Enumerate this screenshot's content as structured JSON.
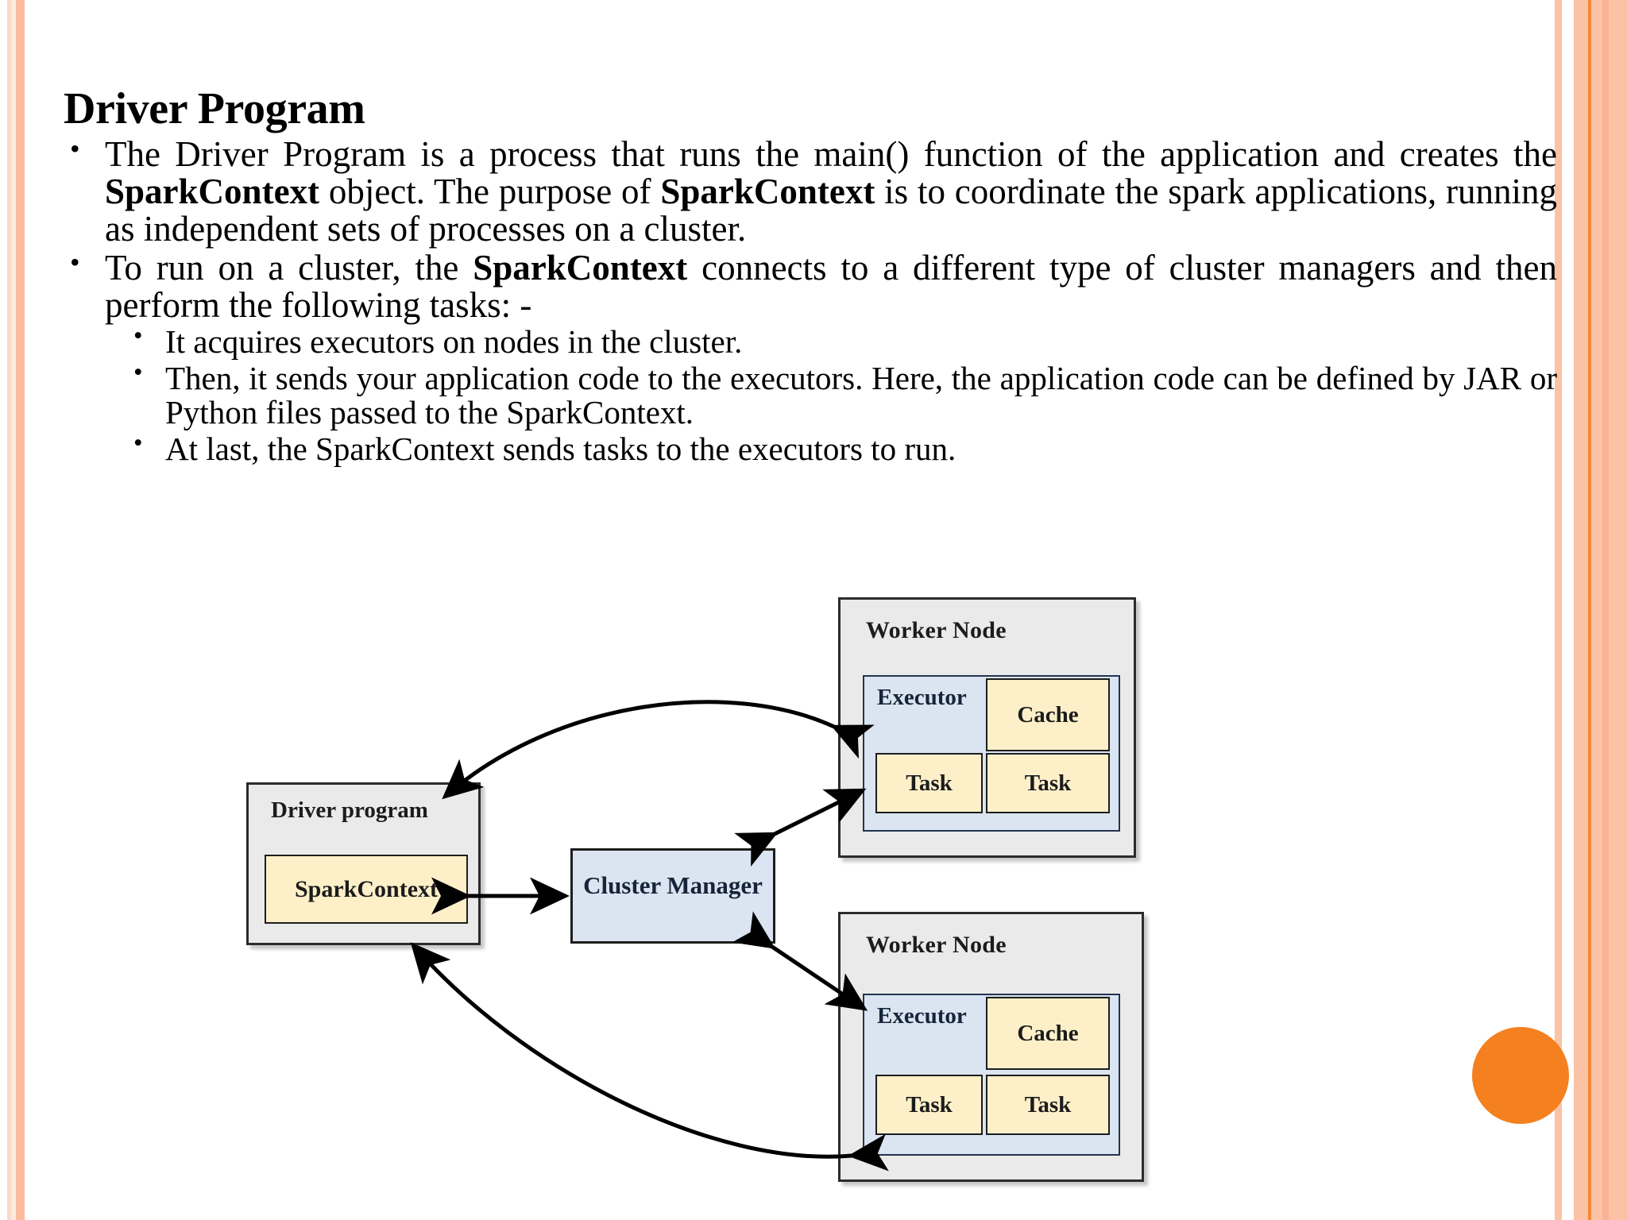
{
  "slide": {
    "title": "Driver Program",
    "bullets": [
      {
        "level": 1,
        "segments": [
          {
            "t": "The Driver Program is a process that runs the main() function of the application and creates the ",
            "b": false
          },
          {
            "t": "SparkContext",
            "b": true
          },
          {
            "t": " object. The purpose of ",
            "b": false
          },
          {
            "t": "SparkContext",
            "b": true
          },
          {
            "t": " is to coordinate the spark applications, running as independent sets of processes on a cluster.",
            "b": false
          }
        ]
      },
      {
        "level": 1,
        "segments": [
          {
            "t": "To run on a cluster, the ",
            "b": false
          },
          {
            "t": "SparkContext",
            "b": true
          },
          {
            "t": " connects to a different type of cluster managers and then perform the following tasks: -",
            "b": false
          }
        ]
      },
      {
        "level": 2,
        "segments": [
          {
            "t": "It acquires executors on nodes in the cluster.",
            "b": false
          }
        ]
      },
      {
        "level": 2,
        "segments": [
          {
            "t": "Then, it sends your application code to the executors. Here, the application code can be defined by JAR or Python files passed to the SparkContext.",
            "b": false
          }
        ]
      },
      {
        "level": 2,
        "segments": [
          {
            "t": "At last, the SparkContext sends tasks to the executors to run.",
            "b": false
          }
        ]
      }
    ]
  },
  "diagram": {
    "driver": {
      "title": "Driver program",
      "sparkcontext_label": "SparkContext"
    },
    "cluster_manager": {
      "label": "Cluster Manager"
    },
    "worker_nodes": [
      {
        "title": "Worker Node",
        "executor_label": "Executor",
        "cache_label": "Cache",
        "tasks": [
          "Task",
          "Task"
        ]
      },
      {
        "title": "Worker Node",
        "executor_label": "Executor",
        "cache_label": "Cache",
        "tasks": [
          "Task",
          "Task"
        ]
      }
    ]
  },
  "decor": {
    "accent_orange": "#f4801f",
    "stripe_salmon": "#fbc2a6",
    "stripe_light": "#fdeadf",
    "stripe_orange_line": "#f18b35",
    "node_gray": "#eaeaea",
    "executor_blue": "#dbe5f1",
    "cache_yellow": "#fdf0c9"
  }
}
